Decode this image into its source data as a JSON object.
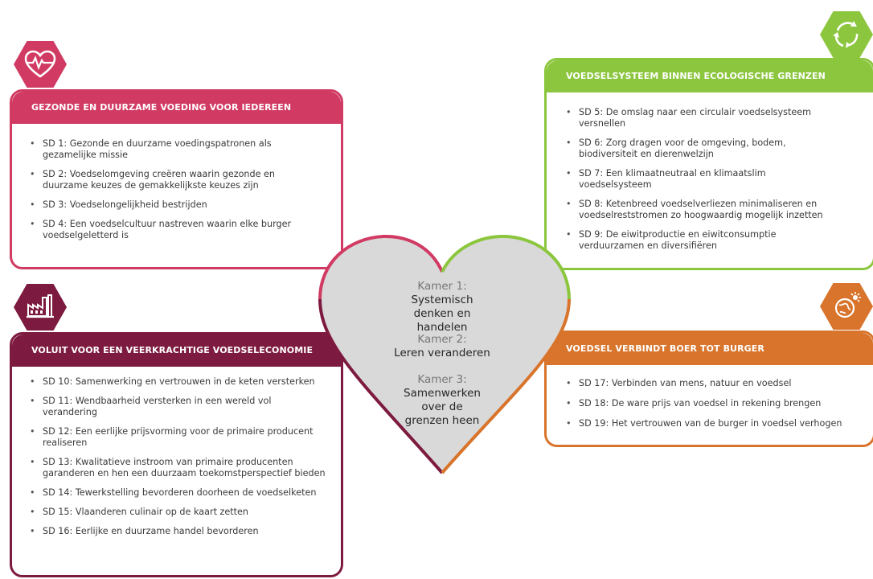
{
  "colors": {
    "pink": "#d13a63",
    "green": "#8cc63e",
    "maroon": "#7d1a3f",
    "orange": "#d8742b",
    "heart_fill": "#d9d9d9"
  },
  "panels": {
    "gezond": {
      "icon": "heart-pulse-icon",
      "title": "GEZONDE EN DUURZAME VOEDING VOOR IEDEREEN",
      "items": [
        "SD 1: Gezonde en duurzame voedingspatronen als gezamelijke missie",
        "SD 2: Voedselomgeving creëren waarin gezonde en duurzame keuzes de gemakkelijkste keuzes zijn",
        "SD 3: Voedselongelijkheid bestrijden",
        "SD 4: Een voedselcultuur nastreven waarin elke burger voedselgeletterd is"
      ]
    },
    "ecologisch": {
      "icon": "circular-arrows-icon",
      "title": "VOEDSELSYSTEEM BINNEN ECOLOGISCHE GRENZEN",
      "items": [
        "SD 5: De omslag naar een circulair voedselsysteem versnellen",
        "SD 6: Zorg dragen voor de omgeving, bodem, biodiversiteit en dierenwelzijn",
        "SD 7: Een klimaatneutraal en klimaatslim voedselsysteem",
        "SD 8: Ketenbreed voedselverliezen minimaliseren en voedselreststromen zo hoogwaardig mogelijk inzetten",
        "SD 9: De eiwitproductie en eiwitconsumptie verduurzamen en diversifiëren"
      ]
    },
    "economie": {
      "icon": "factory-icon",
      "title": "VOLUIT VOOR EEN VEERKRACHTIGE VOEDSELECONOMIE",
      "items": [
        "SD 10: Samenwerking en vertrouwen in de keten versterken",
        "SD 11: Wendbaarheid versterken in een wereld vol verandering",
        "SD 12: Een eerlijke prijsvorming voor de primaire producent realiseren",
        "SD 13: Kwalitatieve instroom van primaire producenten garanderen en hen een duurzaam toekomstperspectief bieden",
        "SD 14: Tewerkstelling bevorderen doorheen de voedselketen",
        "SD 15: Vlaanderen culinair op de kaart zetten",
        "SD 16: Eerlijke en duurzame handel bevorderen"
      ]
    },
    "boer": {
      "icon": "globe-sun-icon",
      "title": "VOEDSEL VERBINDT BOER TOT BURGER",
      "items": [
        "SD 17: Verbinden van mens, natuur en voedsel",
        "SD 18: De ware prijs van voedsel in rekening brengen",
        "SD 19: Het vertrouwen van de burger in voedsel verhogen"
      ]
    }
  },
  "heart": {
    "kamer1_label": "Kamer 1:",
    "kamer1_text": "Systemisch denken en handelen",
    "kamer2_label": "Kamer 2:",
    "kamer2_text": "Leren veranderen",
    "kamer3_label": "Kamer 3:",
    "kamer3_text": "Samenwerken over de grenzen heen"
  }
}
